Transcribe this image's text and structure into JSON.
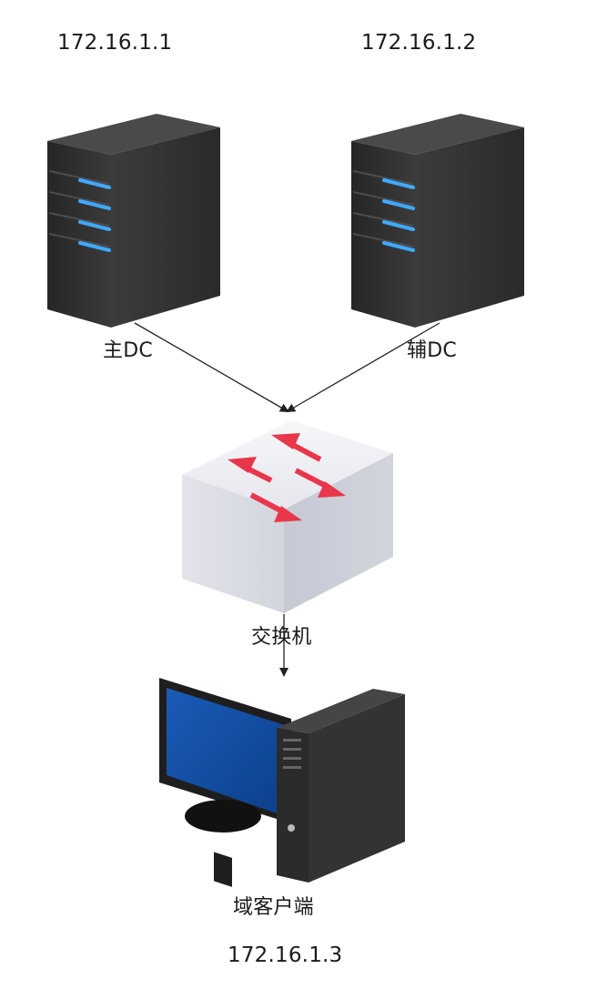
{
  "nodes": {
    "primary_dc": {
      "ip": "172.16.1.1",
      "label": "主DC"
    },
    "secondary_dc": {
      "ip": "172.16.1.2",
      "label": "辅DC"
    },
    "switch": {
      "label": "交换机"
    },
    "client": {
      "label": "域客户端",
      "ip": "172.16.1.3"
    }
  },
  "colors": {
    "server_body": "#2e2e2e",
    "server_led": "#3fa9ff",
    "switch_arrow": "#e8364a",
    "monitor_screen": "#0f4fa6",
    "connector": "#222222"
  },
  "icons": {
    "primary_dc": "server-icon",
    "secondary_dc": "server-icon",
    "switch": "network-switch-icon",
    "client": "desktop-computer-icon"
  }
}
